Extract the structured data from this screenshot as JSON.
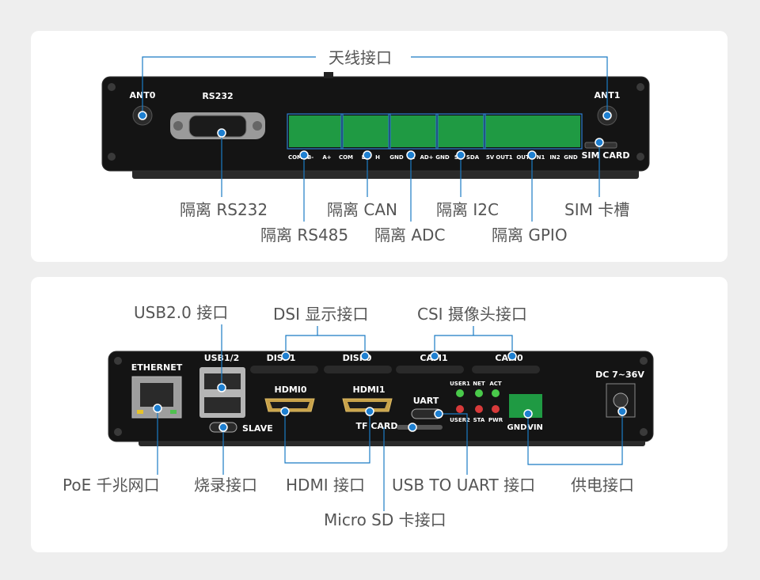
{
  "colors": {
    "line": "#1a7bc4",
    "dot": "#1e7fd0",
    "label": "#555555",
    "device": "#222222"
  },
  "top": {
    "callouts": {
      "antenna": "天线接口",
      "rs232": "隔离 RS232",
      "rs485": "隔离 RS485",
      "can": "隔离 CAN",
      "adc": "隔离 ADC",
      "i2c": "隔离 I2C",
      "gpio": "隔离 GPIO",
      "sim": "SIM 卡槽"
    },
    "device": {
      "ant0": "ANT0",
      "ant1": "ANT1",
      "rs232": "RS232",
      "sim_card": "SIM CARD",
      "pins": [
        "COM",
        "B-",
        "A+",
        "COM",
        "L",
        "H",
        "GND",
        "A",
        "AD+",
        "GND",
        "SC",
        "SDA",
        "5V",
        "OUT1",
        "OUT2",
        "N1",
        "IN2",
        "GND"
      ]
    }
  },
  "bottom": {
    "callouts": {
      "usb": "USB2.0 接口",
      "dsi": "DSI 显示接口",
      "csi": "CSI 摄像头接口",
      "poe": "PoE 千兆网口",
      "burn": "烧录接口",
      "hdmi": "HDMI 接口",
      "uart": "USB TO UART 接口",
      "power": "供电接口",
      "microsd": "Micro SD 卡接口"
    },
    "device": {
      "ethernet": "ETHERNET",
      "usb": "USB1/2",
      "slave": "SLAVE",
      "disp1": "DISP1",
      "disp0": "DISP0",
      "cam1": "CAM1",
      "cam0": "CAM0",
      "hdmi0": "HDMI0",
      "hdmi1": "HDMI1",
      "uart": "UART",
      "tf_card": "TF CARD",
      "leds_top": [
        "USER1",
        "NET",
        "ACT"
      ],
      "leds_bottom": [
        "USER2",
        "STA",
        "PWR"
      ],
      "dc": "DC 7~36V",
      "gnd": "GND",
      "vin": "VIN"
    }
  }
}
